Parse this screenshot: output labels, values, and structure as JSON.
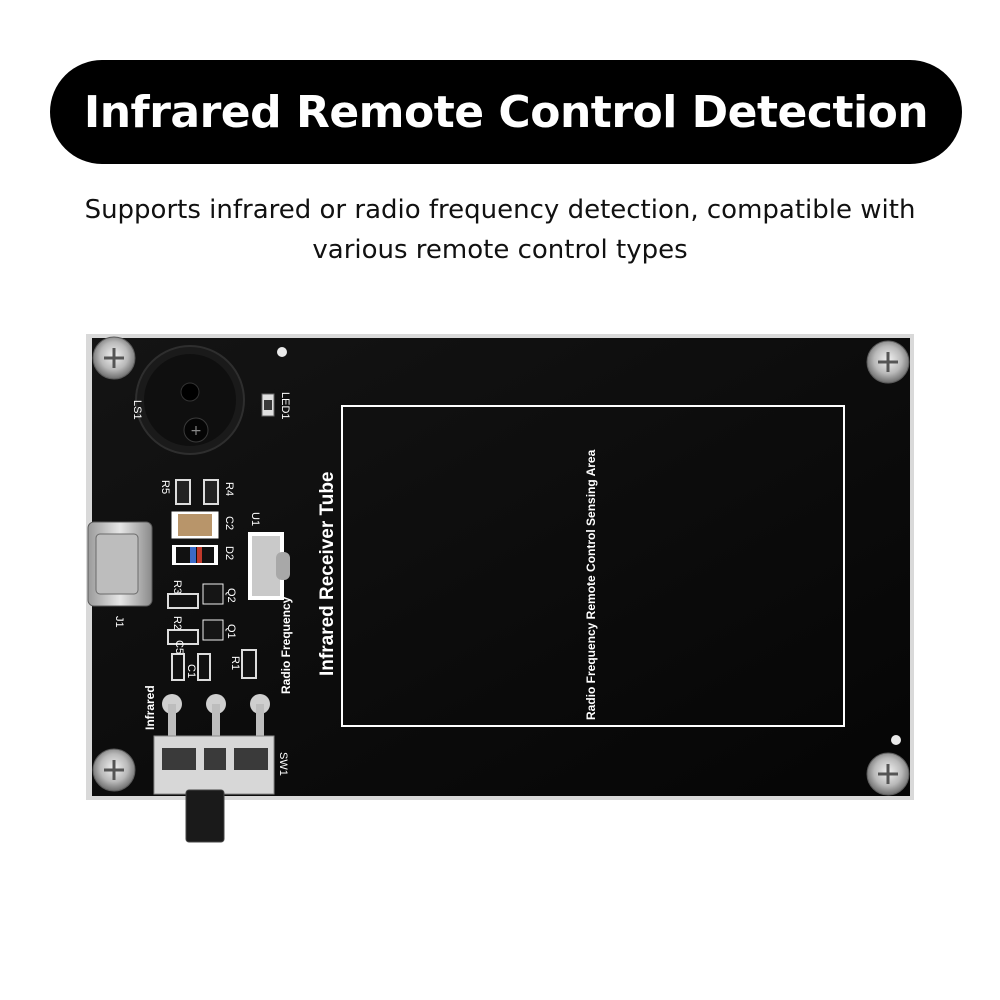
{
  "header": {
    "title": "Infrared Remote Control Detection",
    "subtitle_line1": "Supports infrared or radio frequency detection, compatible with",
    "subtitle_line2": "various remote control types"
  },
  "board": {
    "receiver_tube_label": "Infrared Receiver Tube",
    "sensing_area_label": "Radio Frequency Remote Control Sensing Area",
    "switch_infrared_label": "Infrared",
    "switch_rf_label": "Radio Frequency",
    "silkscreen": {
      "ls1": "LS1",
      "led1": "LED1",
      "r5": "R5",
      "r4": "R4",
      "c2": "C2",
      "u1": "U1",
      "d2": "D2",
      "r3": "R3",
      "q2": "Q2",
      "j1": "J1",
      "r2": "R2",
      "q1": "Q1",
      "c5": "C5",
      "c1": "C1",
      "r1": "R1",
      "sw1": "SW1"
    }
  },
  "colors": {
    "pcb": "#0b0b0b",
    "silkscreen": "#ffffff",
    "background": "#ffffff",
    "title_pill": "#000000"
  }
}
